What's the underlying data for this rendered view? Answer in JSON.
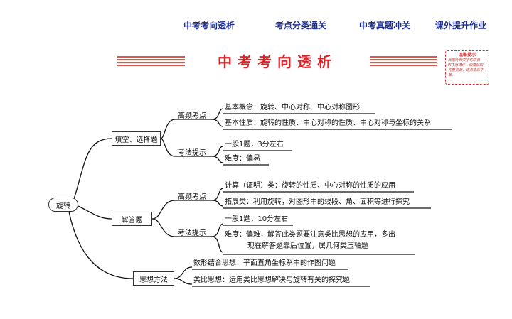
{
  "nav": {
    "item1": "中考考向透析",
    "item2": "考点分类通关",
    "item3": "中考真题冲关",
    "item4": "课外提升作业"
  },
  "title": "中考考向透析",
  "note": {
    "title": "温馨提示",
    "body": "此图片和文字均来自PPT原课件，如需获取完整资源，请点击后下载。"
  },
  "colors": {
    "nav": "#1f2f8f",
    "title": "#d9252a",
    "note": "#c83030"
  },
  "map": {
    "root": "旋转",
    "branches": [
      {
        "label": "填空、选择题",
        "groups": [
          {
            "label": "高频考点",
            "items": [
              "基本概念：旋转、中心对称、中心对称图形",
              "基本性质：旋转的性质、中心对称的性质、中心对称与坐标的关系"
            ]
          },
          {
            "label": "考法提示",
            "items": [
              "一般1题，3分左右",
              "难度：偏易"
            ]
          }
        ]
      },
      {
        "label": "解答题",
        "groups": [
          {
            "label": "高频考点",
            "items": [
              "计算（证明）类：旋转的性质、中心对称的性质的应用",
              "拓展类：利用旋转，对图形中的线段、角、面积等进行探究"
            ]
          },
          {
            "label": "考法提示",
            "items": [
              "一般1题，10分左右",
              "难度：偏难，解答此类题要注意类比思想的应用，多出",
              "现在解答题靠后位置，属几何类压轴题"
            ]
          }
        ]
      },
      {
        "label": "思想方法",
        "items": [
          "数形结合思想：平面直角坐标系中的作图问题",
          "类比思想：运用类比思想解决与旋转有关的探究题"
        ]
      }
    ]
  }
}
